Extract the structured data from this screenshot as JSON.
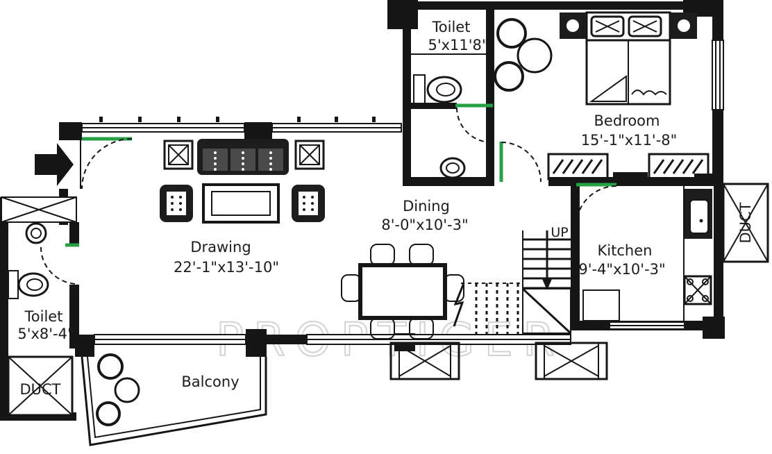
{
  "plan": {
    "watermark": "PROPTIGER",
    "colors": {
      "wall": "#161616",
      "door_accent": "#27a046",
      "watermark": "#d2d2d2"
    },
    "rooms": [
      {
        "name": "Toilet",
        "dims": "5'x11'8\""
      },
      {
        "name": "Bedroom",
        "dims": "15'-1\"x11'-8\""
      },
      {
        "name": "Dining",
        "dims": "8'-0\"x10'-3\""
      },
      {
        "name": "Drawing",
        "dims": "22'-1\"x13'-10\""
      },
      {
        "name": "Kitchen",
        "dims": "9'-4\"x10'-3\""
      },
      {
        "name": "Toilet",
        "dims": "5'x8'-4\""
      },
      {
        "name": "Balcony",
        "dims": ""
      }
    ],
    "labels": {
      "up": "UP",
      "duct_left": "DUCT",
      "duct_right": "DUCT"
    }
  }
}
